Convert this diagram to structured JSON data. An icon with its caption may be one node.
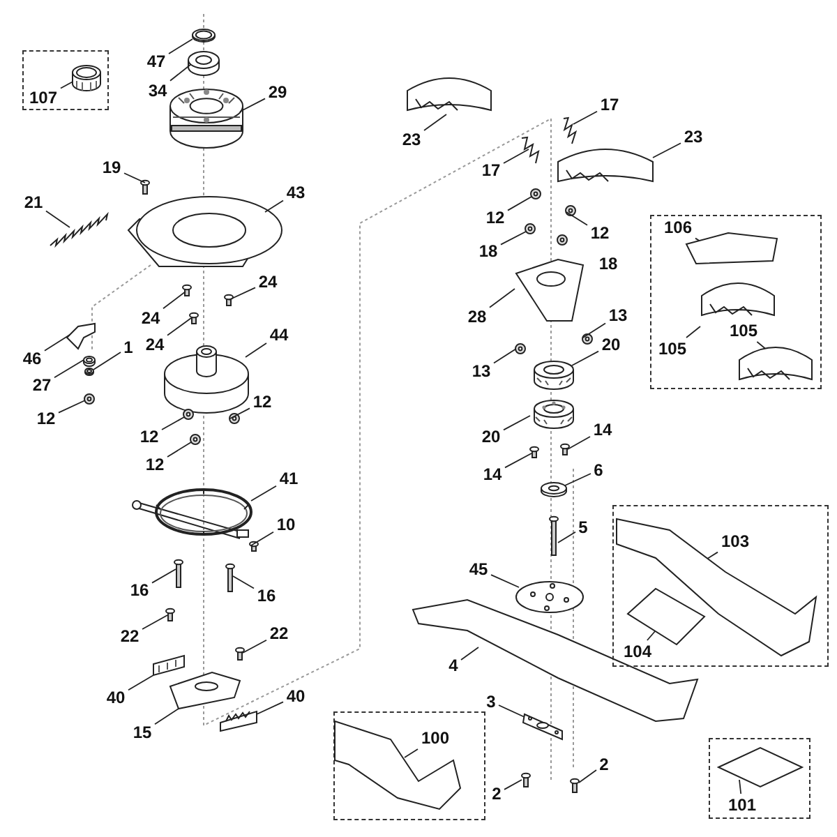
{
  "diagram": {
    "nodes": [
      {
        "text": [],
        "shape": "box"
      },
      {
        "text": [
          "107"
        ],
        "in": 0
      },
      {
        "text": [
          "47"
        ]
      },
      {
        "text": [
          "34"
        ]
      },
      {
        "text": [
          "29"
        ]
      },
      {
        "text": [
          "19"
        ]
      },
      {
        "text": [
          "21"
        ]
      },
      {
        "text": [
          "43"
        ]
      },
      {
        "text": [
          "24"
        ]
      },
      {
        "text": [
          "24"
        ]
      },
      {
        "text": [
          "24"
        ]
      },
      {
        "text": [
          "44"
        ]
      },
      {
        "text": [
          "46"
        ]
      },
      {
        "text": [
          "27"
        ]
      },
      {
        "text": [
          "1"
        ]
      },
      {
        "text": [
          "12"
        ]
      },
      {
        "text": [
          "12"
        ]
      },
      {
        "text": [
          "12"
        ]
      },
      {
        "text": [
          "12"
        ]
      },
      {
        "text": [
          "41"
        ]
      },
      {
        "text": [
          "10"
        ]
      },
      {
        "text": [
          "16"
        ]
      },
      {
        "text": [
          "16"
        ]
      },
      {
        "text": [
          "22"
        ]
      },
      {
        "text": [
          "22"
        ]
      },
      {
        "text": [
          "40"
        ]
      },
      {
        "text": [
          "15"
        ]
      },
      {
        "text": [
          "40"
        ]
      },
      {
        "text": [
          "23"
        ]
      },
      {
        "text": [
          "17"
        ]
      },
      {
        "text": [
          "23"
        ]
      },
      {
        "text": [
          "17"
        ]
      },
      {
        "text": [
          "12"
        ]
      },
      {
        "text": [
          "12"
        ]
      },
      {
        "text": [
          "18"
        ]
      },
      {
        "text": [
          "28"
        ]
      },
      {
        "text": [
          "13"
        ]
      },
      {
        "text": [
          "13"
        ]
      },
      {
        "text": [
          "20"
        ]
      },
      {
        "text": [
          "20"
        ]
      },
      {
        "text": [
          "14"
        ]
      },
      {
        "text": [
          "14"
        ]
      },
      {
        "text": [
          "6"
        ]
      },
      {
        "text": [],
        "shape": "box"
      },
      {
        "text": [
          "106"
        ],
        "in": 43
      },
      {
        "text": [
          "105"
        ],
        "in": 43
      },
      {
        "text": [
          "105"
        ],
        "in": 43
      },
      {
        "text": [
          "5"
        ]
      },
      {
        "text": [
          "45"
        ]
      },
      {
        "text": [
          "4"
        ]
      },
      {
        "text": [],
        "shape": "box"
      },
      {
        "text": [
          "103"
        ],
        "in": 50
      },
      {
        "text": [
          "104"
        ],
        "in": 50
      },
      {
        "text": [
          "3"
        ]
      },
      {
        "text": [],
        "shape": "box"
      },
      {
        "text": [
          "100"
        ],
        "in": 54
      },
      {
        "text": [
          "2"
        ]
      },
      {
        "text": [
          "2"
        ]
      },
      {
        "text": [],
        "shape": "box"
      },
      {
        "text": [
          "101"
        ],
        "in": 58
      },
      {
        "text": [],
        "shape": "picture",
        "in": 0
      },
      {
        "text": [],
        "shape": "picture"
      },
      {
        "text": [],
        "shape": "picture"
      },
      {
        "text": [],
        "shape": "picture"
      },
      {
        "text": [],
        "shape": "picture"
      },
      {
        "text": [],
        "shape": "picture"
      },
      {
        "text": [],
        "shape": "picture"
      },
      {
        "text": [],
        "shape": "picture"
      },
      {
        "text": [],
        "shape": "picture"
      },
      {
        "text": [],
        "shape": "picture"
      },
      {
        "text": [],
        "shape": "picture"
      },
      {
        "text": [],
        "shape": "picture"
      },
      {
        "text": [],
        "shape": "picture"
      },
      {
        "text": [],
        "shape": "picture"
      },
      {
        "text": [],
        "shape": "picture"
      },
      {
        "text": [],
        "shape": "picture"
      },
      {
        "text": [],
        "shape": "picture"
      },
      {
        "text": [],
        "shape": "picture"
      },
      {
        "text": [],
        "shape": "picture"
      },
      {
        "text": [],
        "shape": "picture"
      },
      {
        "text": [],
        "shape": "picture"
      },
      {
        "text": [],
        "shape": "picture"
      },
      {
        "text": [],
        "shape": "picture"
      },
      {
        "text": [],
        "shape": "picture"
      },
      {
        "text": [],
        "shape": "picture"
      },
      {
        "text": [],
        "shape": "picture"
      },
      {
        "text": [],
        "shape": "picture"
      },
      {
        "text": [],
        "shape": "picture"
      },
      {
        "text": [],
        "shape": "picture"
      },
      {
        "text": [],
        "shape": "picture"
      },
      {
        "text": [],
        "shape": "picture"
      },
      {
        "text": [],
        "shape": "picture"
      },
      {
        "text": [],
        "shape": "picture"
      },
      {
        "text": [],
        "shape": "picture"
      },
      {
        "text": [],
        "shape": "picture"
      },
      {
        "text": [],
        "shape": "picture"
      },
      {
        "text": [],
        "shape": "picture"
      },
      {
        "text": [],
        "shape": "picture"
      },
      {
        "text": [],
        "shape": "picture"
      },
      {
        "text": [],
        "shape": "picture"
      },
      {
        "text": [],
        "shape": "picture"
      },
      {
        "text": [],
        "shape": "picture"
      },
      {
        "text": [],
        "shape": "picture",
        "in": 43
      },
      {
        "text": [],
        "shape": "picture",
        "in": 43
      },
      {
        "text": [],
        "shape": "picture",
        "in": 43
      },
      {
        "text": [],
        "shape": "picture"
      },
      {
        "text": [],
        "shape": "picture"
      },
      {
        "text": [],
        "shape": "picture"
      },
      {
        "text": [],
        "shape": "picture",
        "in": 50
      },
      {
        "text": [],
        "shape": "picture",
        "in": 50
      },
      {
        "text": [],
        "shape": "picture"
      },
      {
        "text": [],
        "shape": "picture",
        "in": 54
      },
      {
        "text": [],
        "shape": "picture"
      },
      {
        "text": [],
        "shape": "picture"
      },
      {
        "text": [],
        "shape": "picture",
        "in": 58
      }
    ],
    "edges": [
      {
        "from": 1,
        "to": 60,
        "arrow": "none"
      },
      {
        "from": 2,
        "to": 61,
        "arrow": "none"
      },
      {
        "from": 3,
        "to": 62,
        "arrow": "none"
      },
      {
        "from": 4,
        "to": 63,
        "arrow": "none"
      },
      {
        "from": 5,
        "to": 64,
        "arrow": "none"
      },
      {
        "from": 6,
        "to": 65,
        "arrow": "none"
      },
      {
        "from": 7,
        "to": 66,
        "arrow": "none"
      },
      {
        "from": 8,
        "to": 67,
        "arrow": "none"
      },
      {
        "from": 9,
        "to": 68,
        "arrow": "none"
      },
      {
        "from": 10,
        "to": 69,
        "arrow": "none"
      },
      {
        "from": 11,
        "to": 70,
        "arrow": "none"
      },
      {
        "from": 12,
        "to": 71,
        "arrow": "none"
      },
      {
        "from": 13,
        "to": 72,
        "arrow": "none"
      },
      {
        "from": 14,
        "to": 73,
        "arrow": "none"
      },
      {
        "from": 15,
        "to": 74,
        "arrow": "none"
      },
      {
        "from": 16,
        "to": 75,
        "arrow": "none"
      },
      {
        "from": 17,
        "to": 76,
        "arrow": "none"
      },
      {
        "from": 18,
        "to": 77,
        "arrow": "none"
      },
      {
        "from": 19,
        "to": 78,
        "arrow": "none"
      },
      {
        "from": 20,
        "to": 79,
        "arrow": "none"
      },
      {
        "from": 21,
        "to": 80,
        "arrow": "none"
      },
      {
        "from": 22,
        "to": 81,
        "arrow": "none"
      },
      {
        "from": 23,
        "to": 82,
        "arrow": "none"
      },
      {
        "from": 24,
        "to": 83,
        "arrow": "none"
      },
      {
        "from": 25,
        "to": 84,
        "arrow": "none"
      },
      {
        "from": 26,
        "to": 85,
        "arrow": "none"
      },
      {
        "from": 27,
        "to": 86,
        "arrow": "none"
      },
      {
        "from": 28,
        "to": 87,
        "arrow": "none"
      },
      {
        "from": 29,
        "to": 88,
        "arrow": "none"
      },
      {
        "from": 30,
        "to": 89,
        "arrow": "none"
      },
      {
        "from": 31,
        "to": 90,
        "arrow": "none"
      },
      {
        "from": 32,
        "to": 91,
        "arrow": "none"
      },
      {
        "from": 33,
        "to": 92,
        "arrow": "none"
      },
      {
        "from": 34,
        "to": 93,
        "arrow": "none"
      },
      {
        "from": 35,
        "to": 94,
        "arrow": "none"
      },
      {
        "from": 36,
        "to": 95,
        "arrow": "none"
      },
      {
        "from": 37,
        "to": 96,
        "arrow": "none"
      },
      {
        "from": 38,
        "to": 97,
        "arrow": "none"
      },
      {
        "from": 39,
        "to": 98,
        "arrow": "none"
      },
      {
        "from": 40,
        "to": 99,
        "arrow": "none"
      },
      {
        "from": 41,
        "to": 100,
        "arrow": "none"
      },
      {
        "from": 42,
        "to": 101,
        "arrow": "none"
      },
      {
        "from": 44,
        "to": 102,
        "arrow": "none"
      },
      {
        "from": 45,
        "to": 103,
        "arrow": "none"
      },
      {
        "from": 46,
        "to": 104,
        "arrow": "none"
      },
      {
        "from": 47,
        "to": 105,
        "arrow": "none"
      },
      {
        "from": 48,
        "to": 106,
        "arrow": "none"
      },
      {
        "from": 49,
        "to": 107,
        "arrow": "none"
      },
      {
        "from": 51,
        "to": 108,
        "arrow": "none"
      },
      {
        "from": 52,
        "to": 109,
        "arrow": "none"
      },
      {
        "from": 53,
        "to": 110,
        "arrow": "none"
      },
      {
        "from": 55,
        "to": 111,
        "arrow": "none"
      },
      {
        "from": 56,
        "to": 112,
        "arrow": "none"
      },
      {
        "from": 57,
        "to": 113,
        "arrow": "none"
      },
      {
        "from": 59,
        "to": 114,
        "arrow": "none"
      }
    ],
    "labels": [
      "18"
    ]
  }
}
